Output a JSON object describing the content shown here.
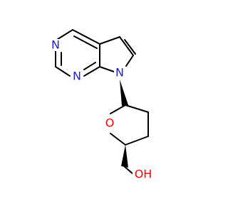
{
  "molecule": {
    "atoms": {
      "n_pyrimidine_top": {
        "label": "N",
        "color": "#1f1fd1"
      },
      "n_pyrimidine_bottom": {
        "label": "N",
        "color": "#1f1fd1"
      },
      "n_pyrrole": {
        "label": "N",
        "color": "#1f1fd1"
      },
      "o_ring": {
        "label": "O",
        "color": "#ff0000"
      },
      "oh_group": {
        "label": "OH",
        "color": "#ff0000"
      }
    }
  }
}
